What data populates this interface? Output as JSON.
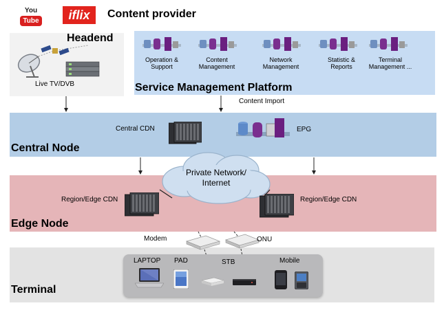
{
  "header": {
    "title": "Content provider",
    "logos": {
      "youtube_you": "You",
      "youtube_tube": "Tube",
      "iflix": "iflix"
    }
  },
  "headend": {
    "title": "Headend",
    "caption": "Live TV/DVB"
  },
  "smp": {
    "title": "Service Management Platform",
    "services": [
      {
        "label_line1": "Operation &",
        "label_line2": "Support"
      },
      {
        "label_line1": "Content",
        "label_line2": "Management"
      },
      {
        "label_line1": "Network",
        "label_line2": "Management"
      },
      {
        "label_line1": "Statistic &",
        "label_line2": "Reports"
      },
      {
        "label_line1": "Terminal",
        "label_line2": "Management ..."
      }
    ]
  },
  "links": {
    "content_import": "Content Import"
  },
  "central": {
    "title": "Central Node",
    "cdn_label": "Central CDN",
    "epg_label": "EPG"
  },
  "network": {
    "line1": "Private Network/",
    "line2": "Internet"
  },
  "edge": {
    "title": "Edge Node",
    "cdn_left": "Region/Edge CDN",
    "cdn_right": "Region/Edge CDN"
  },
  "access": {
    "modem": "Modem",
    "onu": "ONU"
  },
  "terminal": {
    "title": "Terminal",
    "devices": {
      "laptop": "LAPTOP",
      "pad": "PAD",
      "stb": "STB",
      "mobile": "Mobile"
    }
  },
  "colors": {
    "smp_band": "#c7dcf3",
    "central_band": "#b3cde6",
    "edge_band": "#e5b5b8",
    "terminal_band": "#e3e3e3",
    "headend_box": "#f2f2f2",
    "cloud": "#cfdff0",
    "server_icon_purple": "#7a2f8f",
    "youtube_red": "#d9201f",
    "iflix_red": "#e2241d"
  }
}
